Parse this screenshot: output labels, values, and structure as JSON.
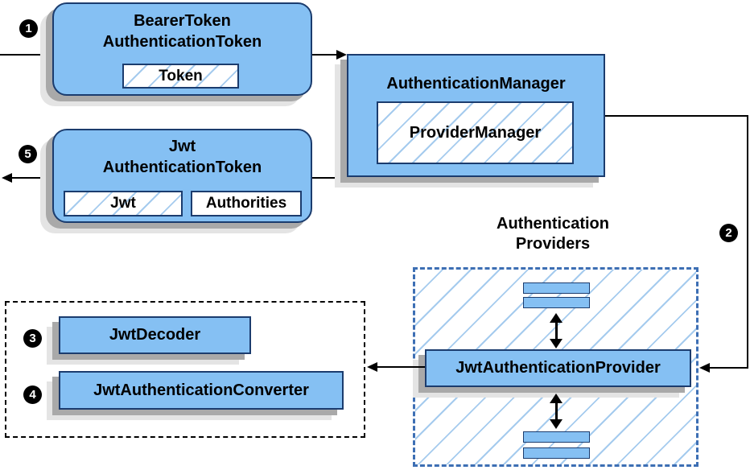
{
  "nodes": {
    "bearer_token": {
      "title_line1": "BearerToken",
      "title_line2": "AuthenticationToken",
      "chip": "Token"
    },
    "authentication_manager": {
      "title": "AuthenticationManager",
      "chip": "ProviderManager"
    },
    "jwt_authentication_token": {
      "title_line1": "Jwt",
      "title_line2": "AuthenticationToken",
      "chip_jwt": "Jwt",
      "chip_authorities": "Authorities"
    },
    "authentication_providers": {
      "label_line1": "Authentication",
      "label_line2": "Providers"
    },
    "jwt_authentication_provider": {
      "title": "JwtAuthenticationProvider"
    },
    "jwt_decoder": {
      "title": "JwtDecoder"
    },
    "jwt_authentication_converter": {
      "title": "JwtAuthenticationConverter"
    }
  },
  "badges": {
    "step1": "1",
    "step2": "2",
    "step3": "3",
    "step4": "4",
    "step5": "5"
  },
  "edges": [
    {
      "step": "1",
      "from": "incoming-request",
      "to": "bearer-token-authentication-token"
    },
    {
      "from": "bearer-token-authentication-token",
      "to": "authentication-manager"
    },
    {
      "step": "2",
      "from": "authentication-manager",
      "to": "jwt-authentication-provider"
    },
    {
      "step": "3-4",
      "from": "jwt-authentication-provider",
      "to": "jwt-decoder-and-converter"
    },
    {
      "step": "5",
      "from": "authentication-manager",
      "to": "jwt-authentication-token-out"
    }
  ],
  "colors": {
    "node_fill": "#85C0F3",
    "node_border": "#1B3C6E",
    "hatch_line": "#A5CBEE",
    "providers_dashed_border": "#3D6FB4",
    "dotted_border": "#000000",
    "shadow_dark": "#A9A9A9",
    "shadow_light": "#E4E4E4",
    "edge_line": "#000000",
    "badge_bg": "#000000",
    "badge_text": "#FFFFFF"
  }
}
